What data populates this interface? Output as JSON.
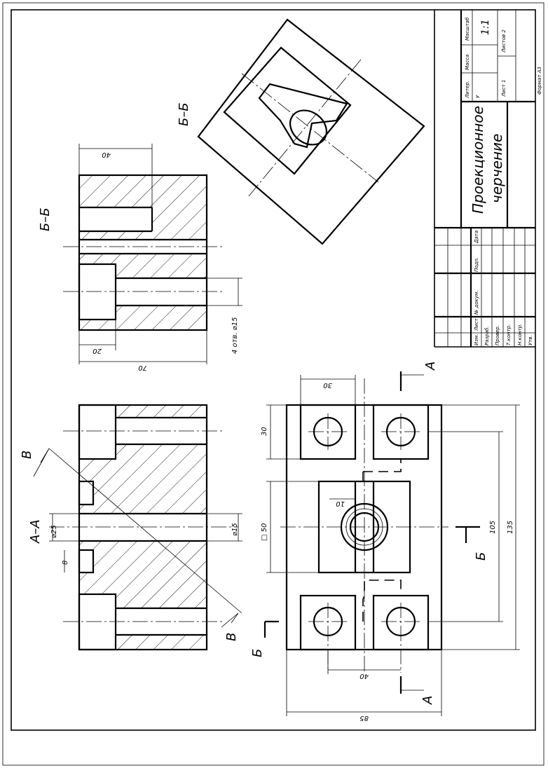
{
  "sections": {
    "bb_top": "Б–Б",
    "bb_left": "Б–Б",
    "aa_left": "А–А",
    "cut_a": "А",
    "cut_b": "Б",
    "cut_v": "В"
  },
  "dims": {
    "d40_top": "40",
    "d20": "20",
    "d70": "70",
    "holes_b": "4 отв. ⌀15",
    "d25": "⌀25",
    "d15": "⌀15",
    "d8": "8",
    "d30_top": "30",
    "d30_left": "30",
    "d10": "10",
    "sq50": "□ 50",
    "d105": "105",
    "d135": "135",
    "d40_bottom": "40",
    "d85": "85"
  },
  "title_block": {
    "title_line1": "Проекционное",
    "title_line2": "черчение",
    "scale": "1:1",
    "lit_label": "Литер.",
    "mass_label": "Масса",
    "scale_label": "Масштаб",
    "lit_value": "У",
    "sheet_label": "Лист 1",
    "sheets_label": "Листов 2",
    "format": "Формат А3",
    "rows": [
      "Изм.",
      "Лист",
      "№ докум.",
      "Подп.",
      "Дата"
    ],
    "roles": [
      "Разраб.",
      "Провер.",
      "Т.контр.",
      "Н.контр.",
      "Утв."
    ]
  }
}
